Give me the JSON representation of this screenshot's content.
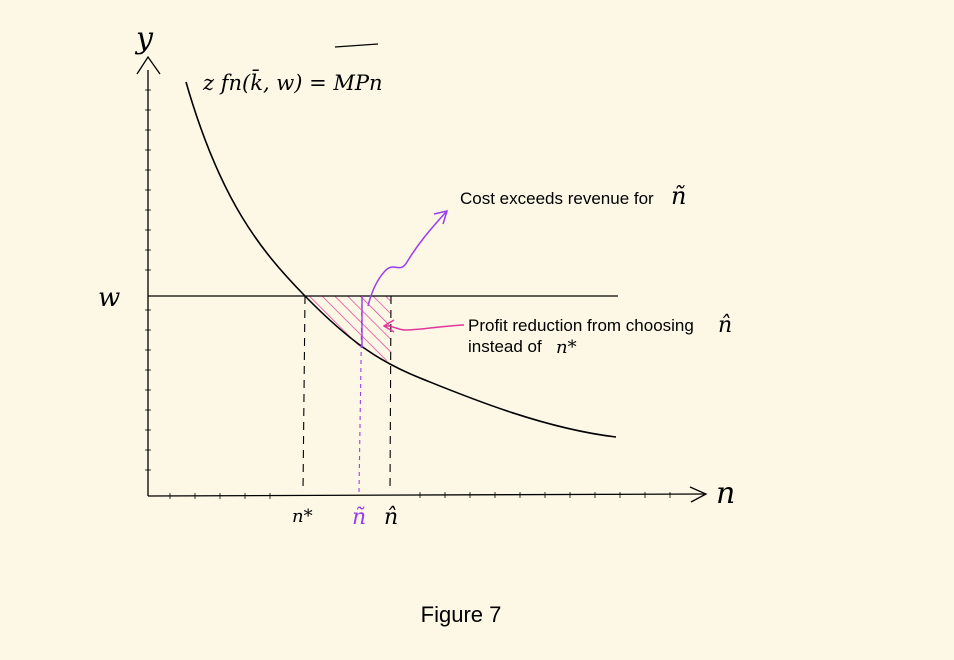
{
  "axes": {
    "y_label": "y",
    "x_label": "n",
    "wage_label": "w"
  },
  "curve": {
    "label": "z fn(k̄, w) = MPn"
  },
  "ticks": {
    "n_star": "n*",
    "n_tilde": "ñ",
    "n_hat": "n̂"
  },
  "annotations": {
    "cost_exceeds": "Cost exceeds revenue for",
    "cost_exceeds_symbol": "ñ",
    "profit_line1": "Profit reduction from choosing",
    "profit_line1_symbol": "n̂",
    "profit_line2": "instead of",
    "profit_line2_symbol": "n*"
  },
  "caption": "Figure 7",
  "colors": {
    "ink": "#000000",
    "purple": "#9b3cf0",
    "magenta": "#e0369a",
    "background": "#fdf8e6"
  }
}
